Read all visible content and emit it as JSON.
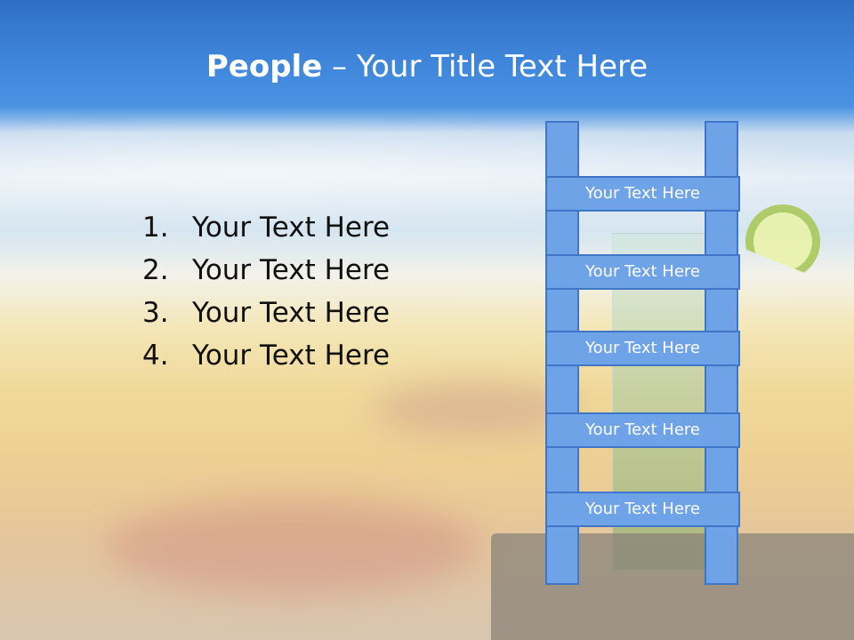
{
  "title": {
    "bold": "People",
    "rest": " – Your Title Text Here"
  },
  "list": {
    "items": [
      {
        "num": "1.",
        "text": "Your Text Here"
      },
      {
        "num": "2.",
        "text": "Your Text Here"
      },
      {
        "num": "3.",
        "text": "Your Text Here"
      },
      {
        "num": "4.",
        "text": "Your Text Here"
      }
    ]
  },
  "ladder": {
    "rungs": [
      {
        "label": "Your Text Here"
      },
      {
        "label": "Your Text Here"
      },
      {
        "label": "Your Text Here"
      },
      {
        "label": "Your Text Here"
      },
      {
        "label": "Your Text Here"
      }
    ]
  },
  "colors": {
    "title_bar": "#3f86db",
    "ladder_fill": "#6fa3e8",
    "ladder_border": "#3f76c7"
  }
}
